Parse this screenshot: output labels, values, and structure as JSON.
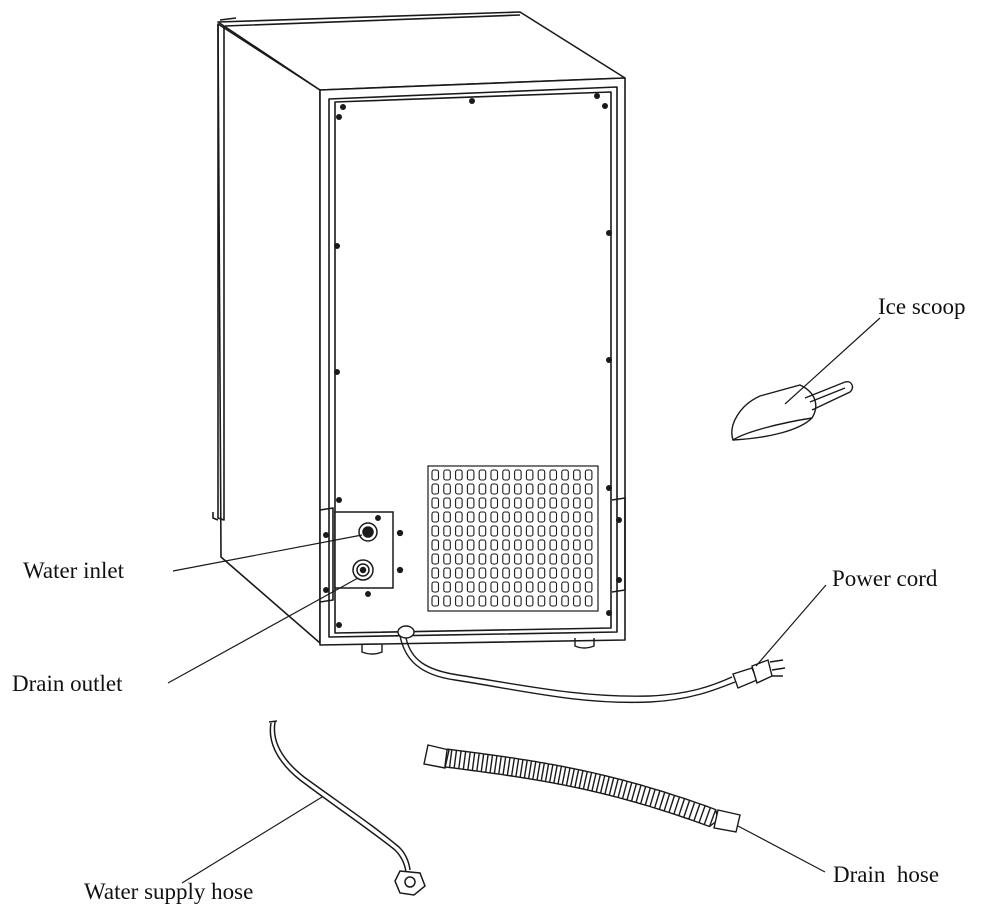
{
  "labels": {
    "ice_scoop": "Ice scoop",
    "water_inlet": "Water inlet",
    "power_cord": "Power cord",
    "drain_outlet": "Drain outlet",
    "drain_hose": "Drain  hose",
    "water_supply_hose": "Water supply hose"
  },
  "colors": {
    "line": "#1a1a1a",
    "background": "#ffffff"
  }
}
